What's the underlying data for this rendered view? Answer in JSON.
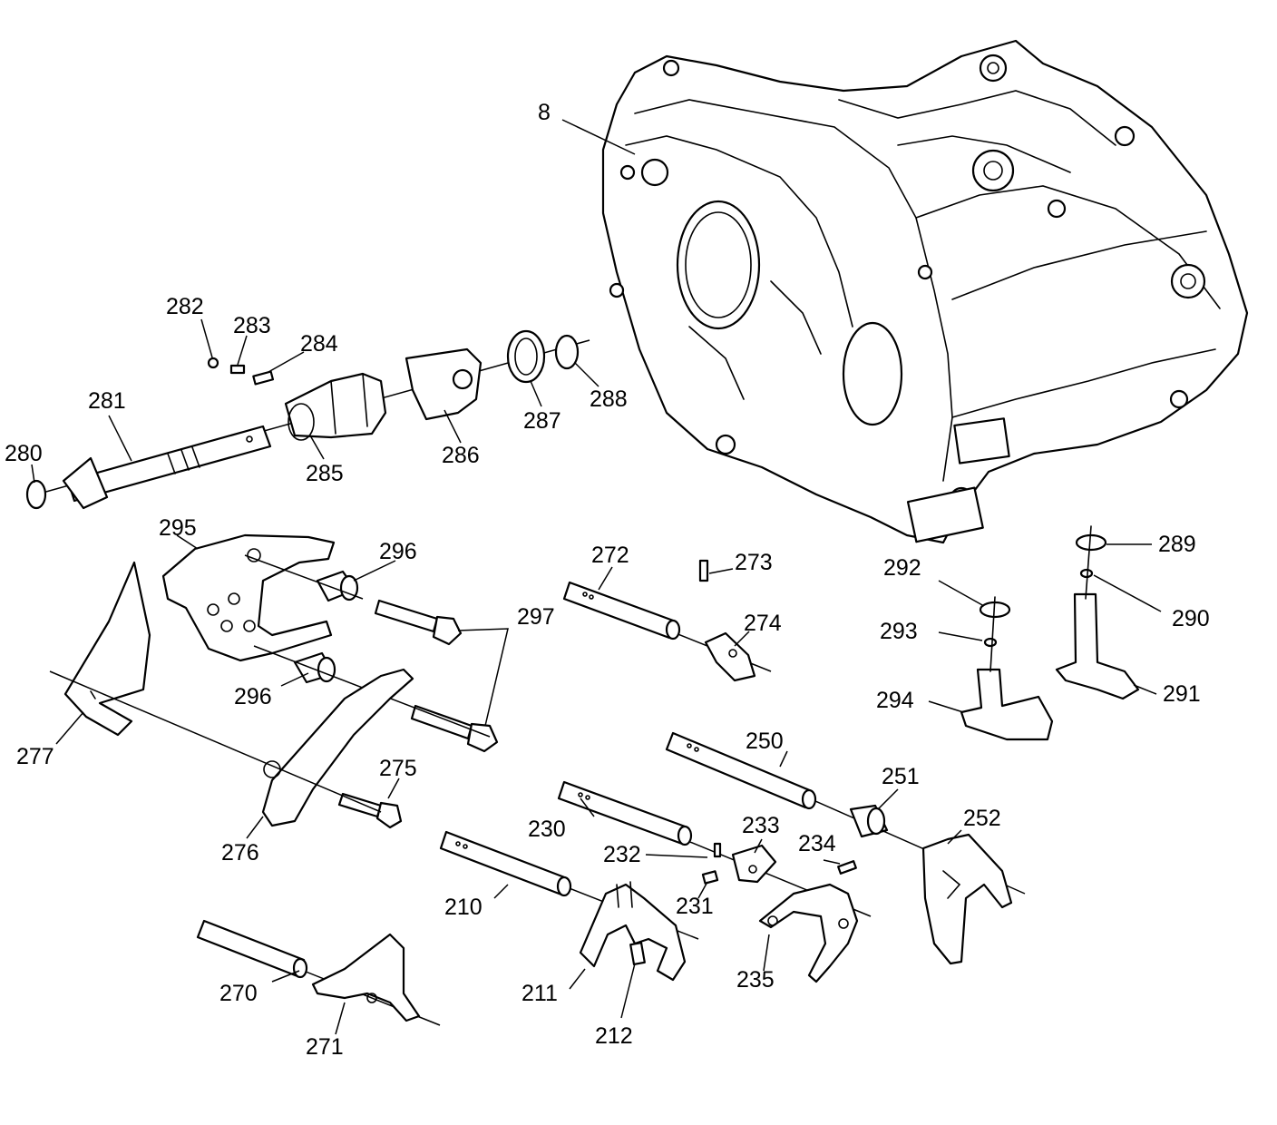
{
  "callouts": [
    {
      "id": "8",
      "text": "8"
    },
    {
      "id": "210",
      "text": "210"
    },
    {
      "id": "211",
      "text": "211"
    },
    {
      "id": "212",
      "text": "212"
    },
    {
      "id": "230",
      "text": "230"
    },
    {
      "id": "231",
      "text": "231"
    },
    {
      "id": "232",
      "text": "232"
    },
    {
      "id": "233",
      "text": "233"
    },
    {
      "id": "234",
      "text": "234"
    },
    {
      "id": "235",
      "text": "235"
    },
    {
      "id": "250",
      "text": "250"
    },
    {
      "id": "251",
      "text": "251"
    },
    {
      "id": "252",
      "text": "252"
    },
    {
      "id": "270",
      "text": "270"
    },
    {
      "id": "271",
      "text": "271"
    },
    {
      "id": "272",
      "text": "272"
    },
    {
      "id": "273",
      "text": "273"
    },
    {
      "id": "274",
      "text": "274"
    },
    {
      "id": "275",
      "text": "275"
    },
    {
      "id": "276",
      "text": "276"
    },
    {
      "id": "277",
      "text": "277"
    },
    {
      "id": "280",
      "text": "280"
    },
    {
      "id": "281",
      "text": "281"
    },
    {
      "id": "282",
      "text": "282"
    },
    {
      "id": "283",
      "text": "283"
    },
    {
      "id": "284",
      "text": "284"
    },
    {
      "id": "285",
      "text": "285"
    },
    {
      "id": "286",
      "text": "286"
    },
    {
      "id": "287",
      "text": "287"
    },
    {
      "id": "288",
      "text": "288"
    },
    {
      "id": "289",
      "text": "289"
    },
    {
      "id": "290",
      "text": "290"
    },
    {
      "id": "291",
      "text": "291"
    },
    {
      "id": "292",
      "text": "292"
    },
    {
      "id": "293",
      "text": "293"
    },
    {
      "id": "294",
      "text": "294"
    },
    {
      "id": "295",
      "text": "295"
    },
    {
      "id": "296a",
      "text": "296"
    },
    {
      "id": "296b",
      "text": "296"
    },
    {
      "id": "297",
      "text": "297"
    }
  ],
  "colors": {
    "line": "#000000",
    "background": "#ffffff"
  }
}
